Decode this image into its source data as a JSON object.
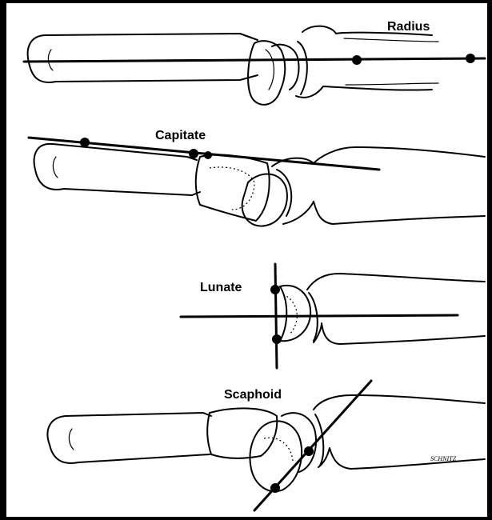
{
  "labels": {
    "radius": "Radius",
    "capitate": "Capitate",
    "lunate": "Lunate",
    "scaphoid": "Scaphoid"
  },
  "signature": "SCHNITZ",
  "colors": {
    "background": "#000000",
    "panel": "#ffffff",
    "ink": "#000000"
  }
}
